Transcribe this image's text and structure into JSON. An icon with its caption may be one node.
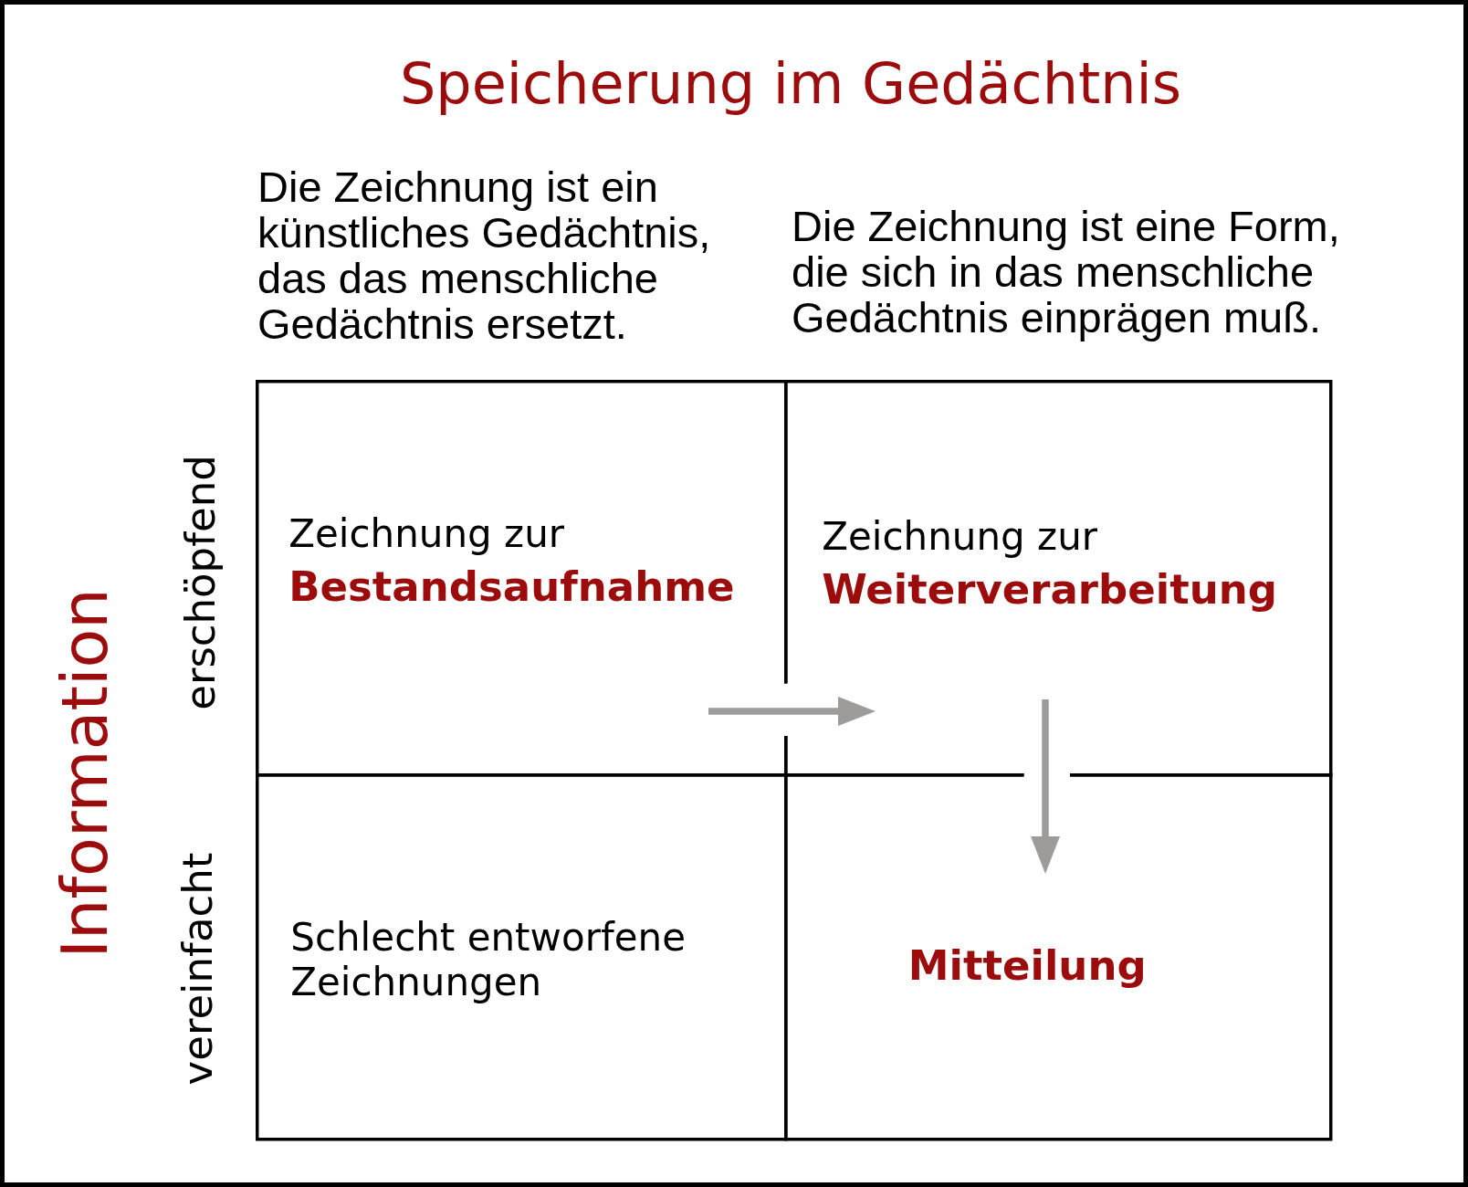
{
  "diagram": {
    "title": "Speicherung im Gedächtnis",
    "nodes": [
      {
        "text": [
          "Zeichnung zur",
          "Bestandsaufnahme"
        ]
      },
      {
        "text": [
          "Zeichnung zur",
          "Weiterverarbeitung"
        ]
      },
      {
        "text": [
          "Schlecht entworfene Zeichnungen"
        ]
      },
      {
        "text": [
          "Mitteilung"
        ]
      }
    ],
    "edges": [
      {
        "from": 0,
        "to": 1,
        "arrow": "to"
      },
      {
        "from": 1,
        "to": 3,
        "arrow": "to"
      }
    ],
    "labels": [
      "Die Zeichnung ist ein künstliches Gedächtnis, das das menschliche Gedächtnis ersetzt.",
      "Die Zeichnung ist eine Form, die sich in das menschliche Gedächtnis einprägen muß.",
      "Information",
      "erschöpfend",
      "vereinfacht"
    ]
  }
}
